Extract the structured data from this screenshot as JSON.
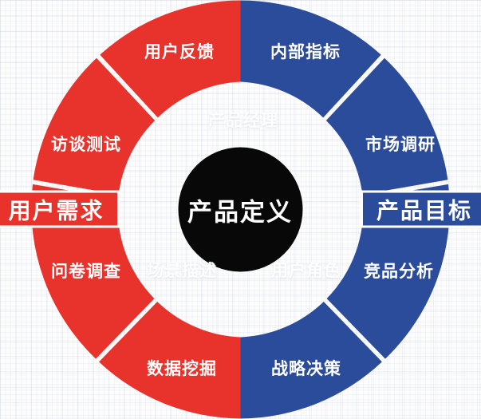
{
  "diagram": {
    "title_center": "产品定义",
    "colors": {
      "red": "#e8322c",
      "blue": "#2b4b9b",
      "center": "#080808",
      "ring_white": "#ffffff",
      "background": "#fdfdfe",
      "grid": "#c6cedc"
    },
    "banners": {
      "left": "用户需求",
      "right": "产品目标"
    },
    "segments": {
      "red": [
        {
          "label": "用户反馈"
        },
        {
          "label": "访谈测试"
        },
        {
          "label": "问卷调查"
        },
        {
          "label": "数据挖掘"
        }
      ],
      "blue": [
        {
          "label": "内部指标"
        },
        {
          "label": "市场调研"
        },
        {
          "label": "竞品分析"
        },
        {
          "label": "战略决策"
        }
      ]
    },
    "ghost_labels": [
      {
        "label": "产品经理"
      },
      {
        "label": "场景描述"
      },
      {
        "label": "用户角色"
      }
    ]
  }
}
